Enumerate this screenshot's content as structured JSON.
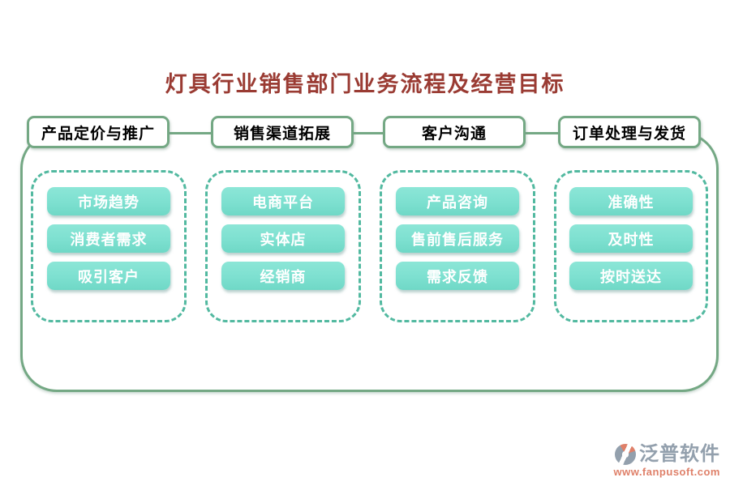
{
  "title": "灯具行业销售部门业务流程及经营目标",
  "colors": {
    "title": "#9a3b33",
    "frame_green": "#74a884",
    "dash_teal": "#52b9a0",
    "button_teal": "#7de0d0",
    "button_text": "#ffffff",
    "header_text": "#000000",
    "brand_gray": "#93a0ad",
    "url_orange": "#df8069"
  },
  "groups": [
    {
      "header": "产品定价与推广",
      "items": [
        "市场趋势",
        "消费者需求",
        "吸引客户"
      ]
    },
    {
      "header": "销售渠道拓展",
      "items": [
        "电商平台",
        "实体店",
        "经销商"
      ]
    },
    {
      "header": "客户沟通",
      "items": [
        "产品咨询",
        "售前售后服务",
        "需求反馈"
      ]
    },
    {
      "header": "订单处理与发货",
      "items": [
        "准确性",
        "及时性",
        "按时送达"
      ]
    }
  ],
  "footer": {
    "brand": "泛普软件",
    "url": "www.fanpusoft.com",
    "logo_icon": "fanpu-logo-icon"
  }
}
